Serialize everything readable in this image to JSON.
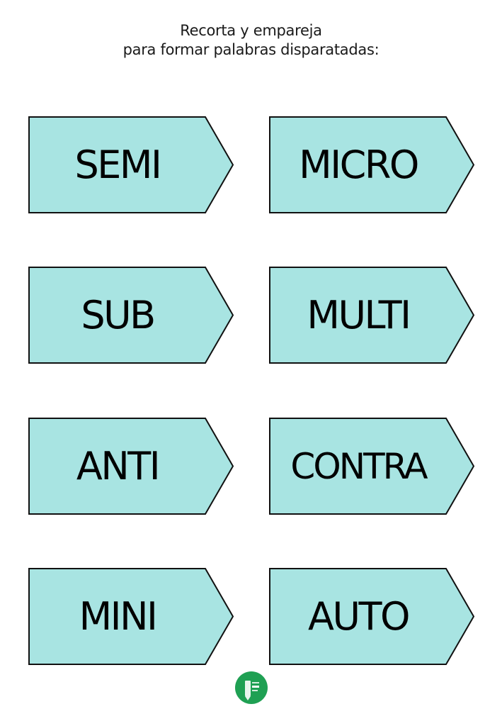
{
  "heading": {
    "line1": "Recorta y empareja",
    "line2": "para formar palabras disparatadas:"
  },
  "cards": [
    {
      "word": "SEMI"
    },
    {
      "word": "MICRO"
    },
    {
      "word": "SUB"
    },
    {
      "word": "MULTI"
    },
    {
      "word": "ANTI"
    },
    {
      "word": "CONTRA"
    },
    {
      "word": "MINI"
    },
    {
      "word": "AUTO"
    }
  ],
  "colors": {
    "card_fill": "#a8e4e2",
    "card_stroke": "#111111",
    "logo": "#1fa053"
  },
  "logo": {
    "icon": "pencil-logo-icon"
  }
}
